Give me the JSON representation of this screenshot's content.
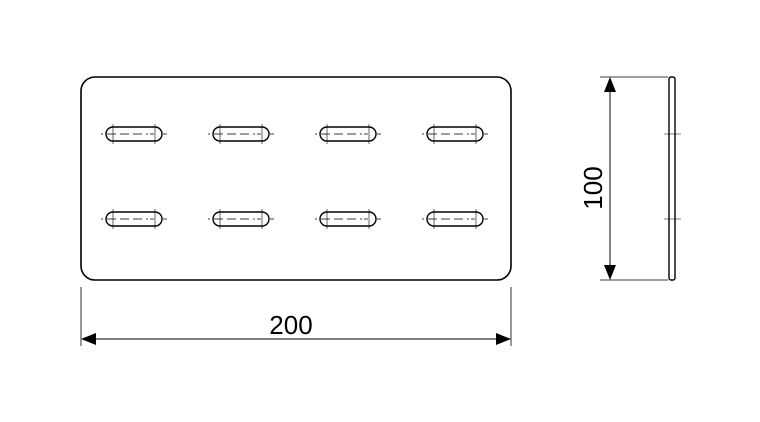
{
  "drawing": {
    "width_dimension": "200",
    "height_dimension": "100",
    "slot_rows": 2,
    "slot_columns": 4,
    "line_color": "#000000",
    "background_color": "#ffffff"
  }
}
